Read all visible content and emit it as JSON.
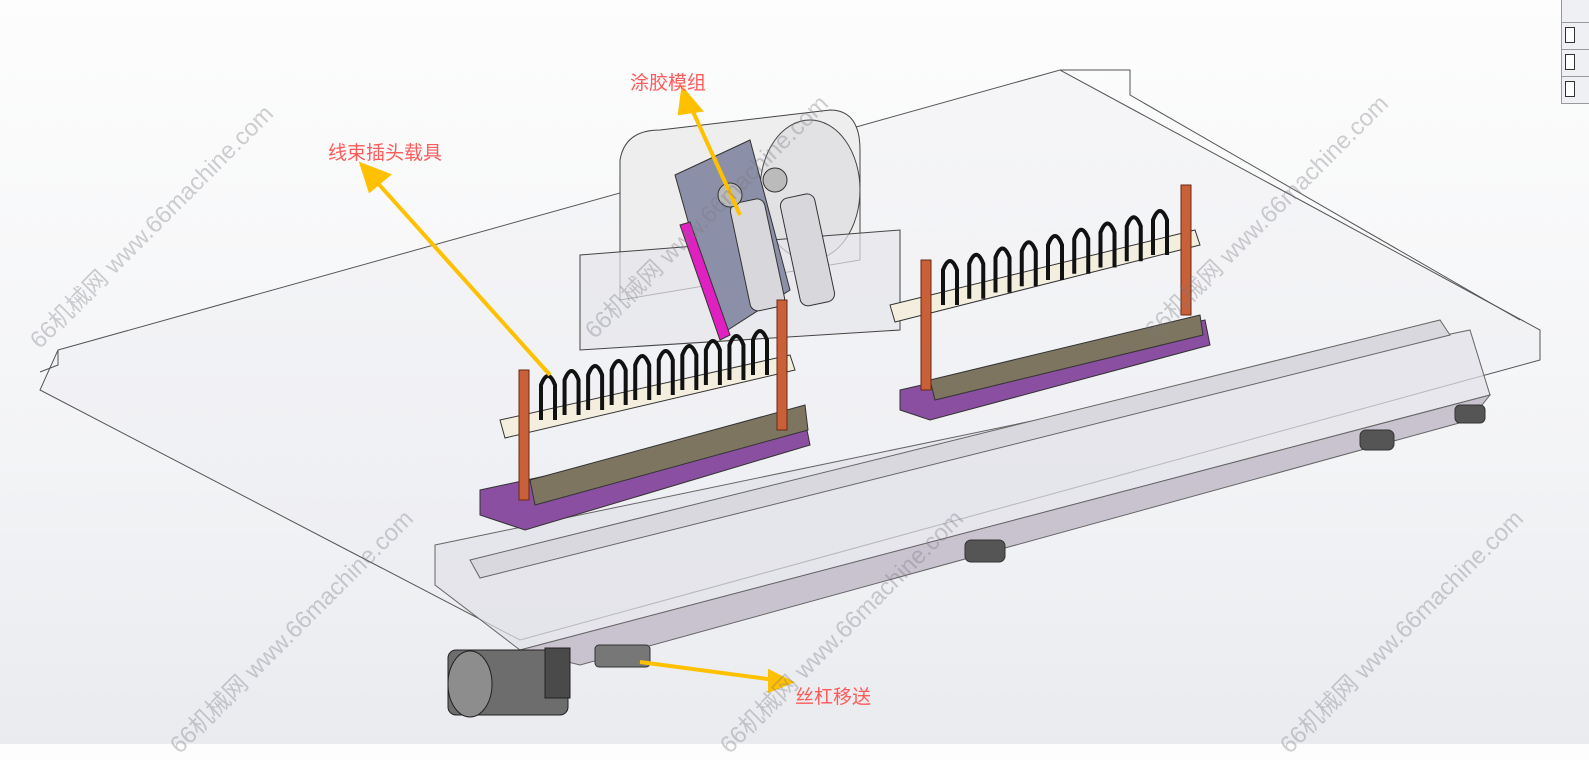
{
  "annotations": {
    "harness_carrier": "线束插头载具",
    "glue_module": "涂胶模组",
    "screw_transfer": "丝杠移送"
  },
  "watermark": "66机械网 www.66machine.com",
  "colors": {
    "label": "#ff5a5a",
    "arrow": "#ffc000",
    "fixture": "#8a4fa0",
    "rod": "#c8603a",
    "magenta_panel": "#e020c0"
  }
}
